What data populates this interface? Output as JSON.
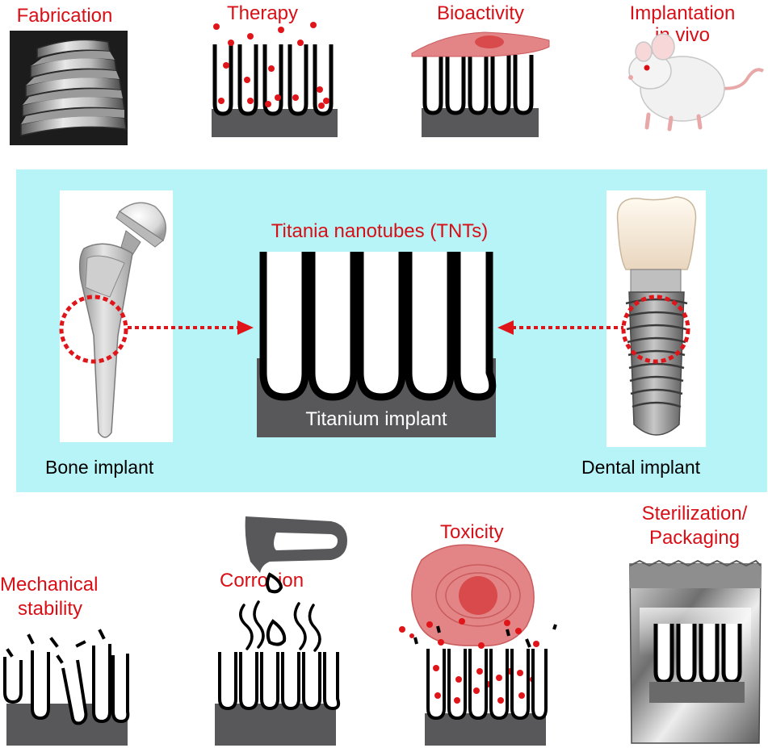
{
  "top_labels": {
    "fabrication": "Fabrication",
    "therapy": "Therapy",
    "bioactivity": "Bioactivity",
    "implantation_line1": "Implantation",
    "implantation_line2": "in vivo"
  },
  "center": {
    "title": "Titania nanotubes (TNTs)",
    "substrate": "Titanium implant",
    "bone": "Bone implant",
    "dental": "Dental implant"
  },
  "bottom_labels": {
    "mechanical_line1": "Mechanical",
    "mechanical_line2": "stability",
    "corrosion": "Corrosion",
    "toxicity": "Toxicity",
    "sterilization_line1": "Sterilization/",
    "sterilization_line2": "Packaging"
  },
  "colors": {
    "label_red": "#d80f16",
    "panel_cyan": "#b6f4f8",
    "substrate_gray": "#58585a",
    "cell_pink": "#e38586"
  }
}
